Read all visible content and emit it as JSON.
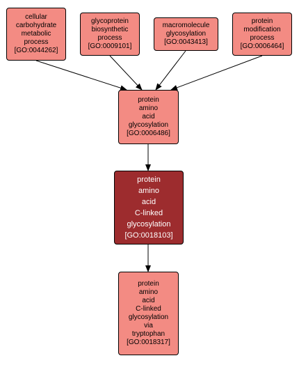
{
  "colors": {
    "node_fill": "#f38b83",
    "focus_fill": "#9d2c2e",
    "focus_text": "#ffffff",
    "node_text": "#000000",
    "edge": "#000000"
  },
  "nodes": [
    {
      "id": "go0044262",
      "lines": [
        "cellular",
        "carbohydrate",
        "metabolic",
        "process",
        "[GO:0044262]"
      ],
      "focus": false
    },
    {
      "id": "go0009101",
      "lines": [
        "glycoprotein",
        "biosynthetic",
        "process",
        "[GO:0009101]"
      ],
      "focus": false
    },
    {
      "id": "go0043413",
      "lines": [
        "macromolecule",
        "glycosylation",
        "[GO:0043413]"
      ],
      "focus": false
    },
    {
      "id": "go0006464",
      "lines": [
        "protein",
        "modification",
        "process",
        "[GO:0006464]"
      ],
      "focus": false
    },
    {
      "id": "go0006486",
      "lines": [
        "protein",
        "amino",
        "acid",
        "glycosylation",
        "[GO:0006486]"
      ],
      "focus": false
    },
    {
      "id": "go0018103",
      "lines": [
        "protein",
        "amino",
        "acid",
        "C-linked",
        "glycosylation",
        "[GO:0018103]"
      ],
      "focus": true
    },
    {
      "id": "go0018317",
      "lines": [
        "protein",
        "amino",
        "acid",
        "C-linked",
        "glycosylation",
        "via",
        "tryptophan",
        "[GO:0018317]"
      ],
      "focus": false
    }
  ],
  "edges": [
    {
      "from": "go0044262",
      "to": "go0006486"
    },
    {
      "from": "go0009101",
      "to": "go0006486"
    },
    {
      "from": "go0043413",
      "to": "go0006486"
    },
    {
      "from": "go0006464",
      "to": "go0006486"
    },
    {
      "from": "go0006486",
      "to": "go0018103"
    },
    {
      "from": "go0018103",
      "to": "go0018317"
    }
  ]
}
